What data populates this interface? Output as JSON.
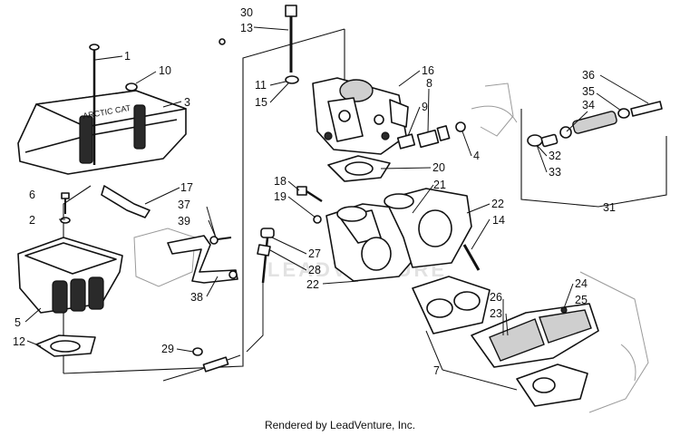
{
  "watermark": "LEADVENTURE",
  "credit": "Rendered by LeadVenture, Inc.",
  "callouts": [
    "1",
    "2",
    "3",
    "4",
    "5",
    "6",
    "7",
    "8",
    "9",
    "10",
    "11",
    "12",
    "13",
    "14",
    "15",
    "16",
    "17",
    "18",
    "19",
    "20",
    "21",
    "22",
    "22",
    "23",
    "24",
    "25",
    "26",
    "27",
    "28",
    "29",
    "30",
    "31",
    "32",
    "33",
    "34",
    "35",
    "36",
    "37",
    "38",
    "39"
  ]
}
